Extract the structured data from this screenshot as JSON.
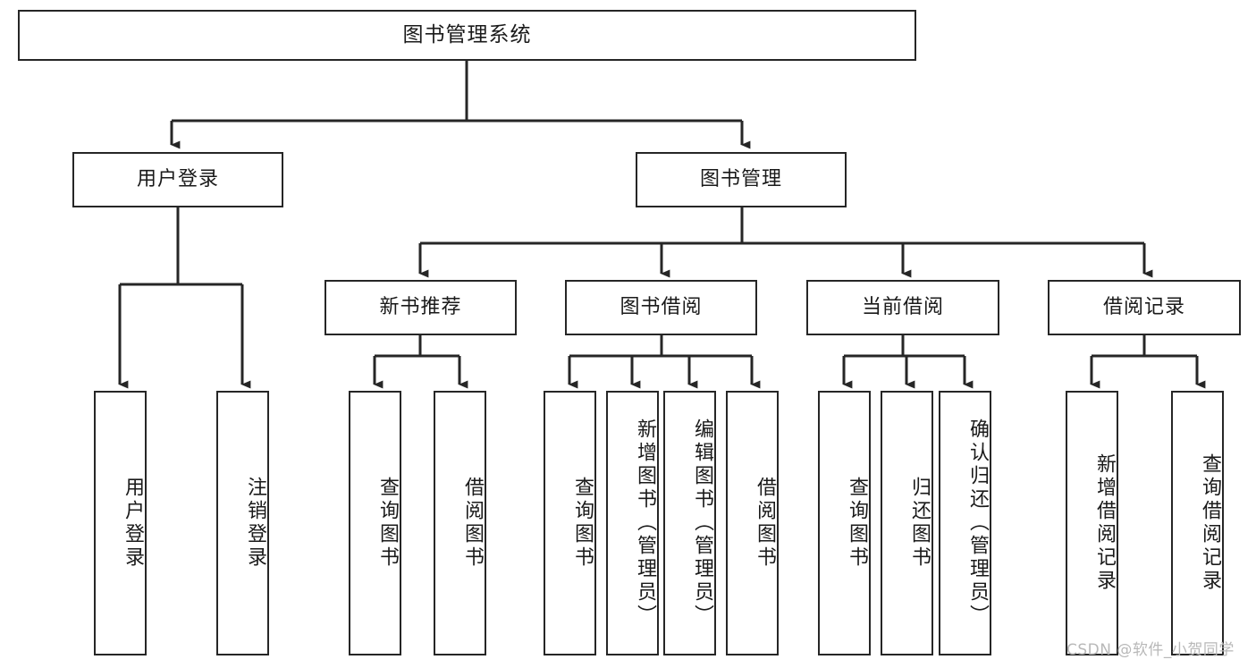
{
  "diagram": {
    "title": "图书管理系统",
    "root": {
      "label": "图书管理系统"
    },
    "level2": [
      {
        "label": "用户登录"
      },
      {
        "label": "图书管理"
      }
    ],
    "level3": [
      {
        "label": "新书推荐"
      },
      {
        "label": "图书借阅"
      },
      {
        "label": "当前借阅"
      },
      {
        "label": "借阅记录"
      }
    ],
    "leaves": {
      "user_login": [
        {
          "label": "用户登录"
        },
        {
          "label": "注销登录"
        }
      ],
      "new_book": [
        {
          "label": "查询图书"
        },
        {
          "label": "借阅图书"
        }
      ],
      "book_borrow": [
        {
          "label": "查询图书"
        },
        {
          "label": "新增图书（管理员）"
        },
        {
          "label": "编辑图书（管理员）"
        },
        {
          "label": "借阅图书"
        }
      ],
      "current_borrow": [
        {
          "label": "查询图书"
        },
        {
          "label": "归还图书"
        },
        {
          "label": "确认归还（管理员）"
        }
      ],
      "borrow_record": [
        {
          "label": "新增借阅记录"
        },
        {
          "label": "查询借阅记录"
        }
      ]
    },
    "watermark": "CSDN @软件_小贺同学",
    "colors": {
      "stroke": "#262626",
      "background": "#ffffff",
      "text": "#1a1a1a",
      "watermark": "#b8b8b8"
    }
  }
}
